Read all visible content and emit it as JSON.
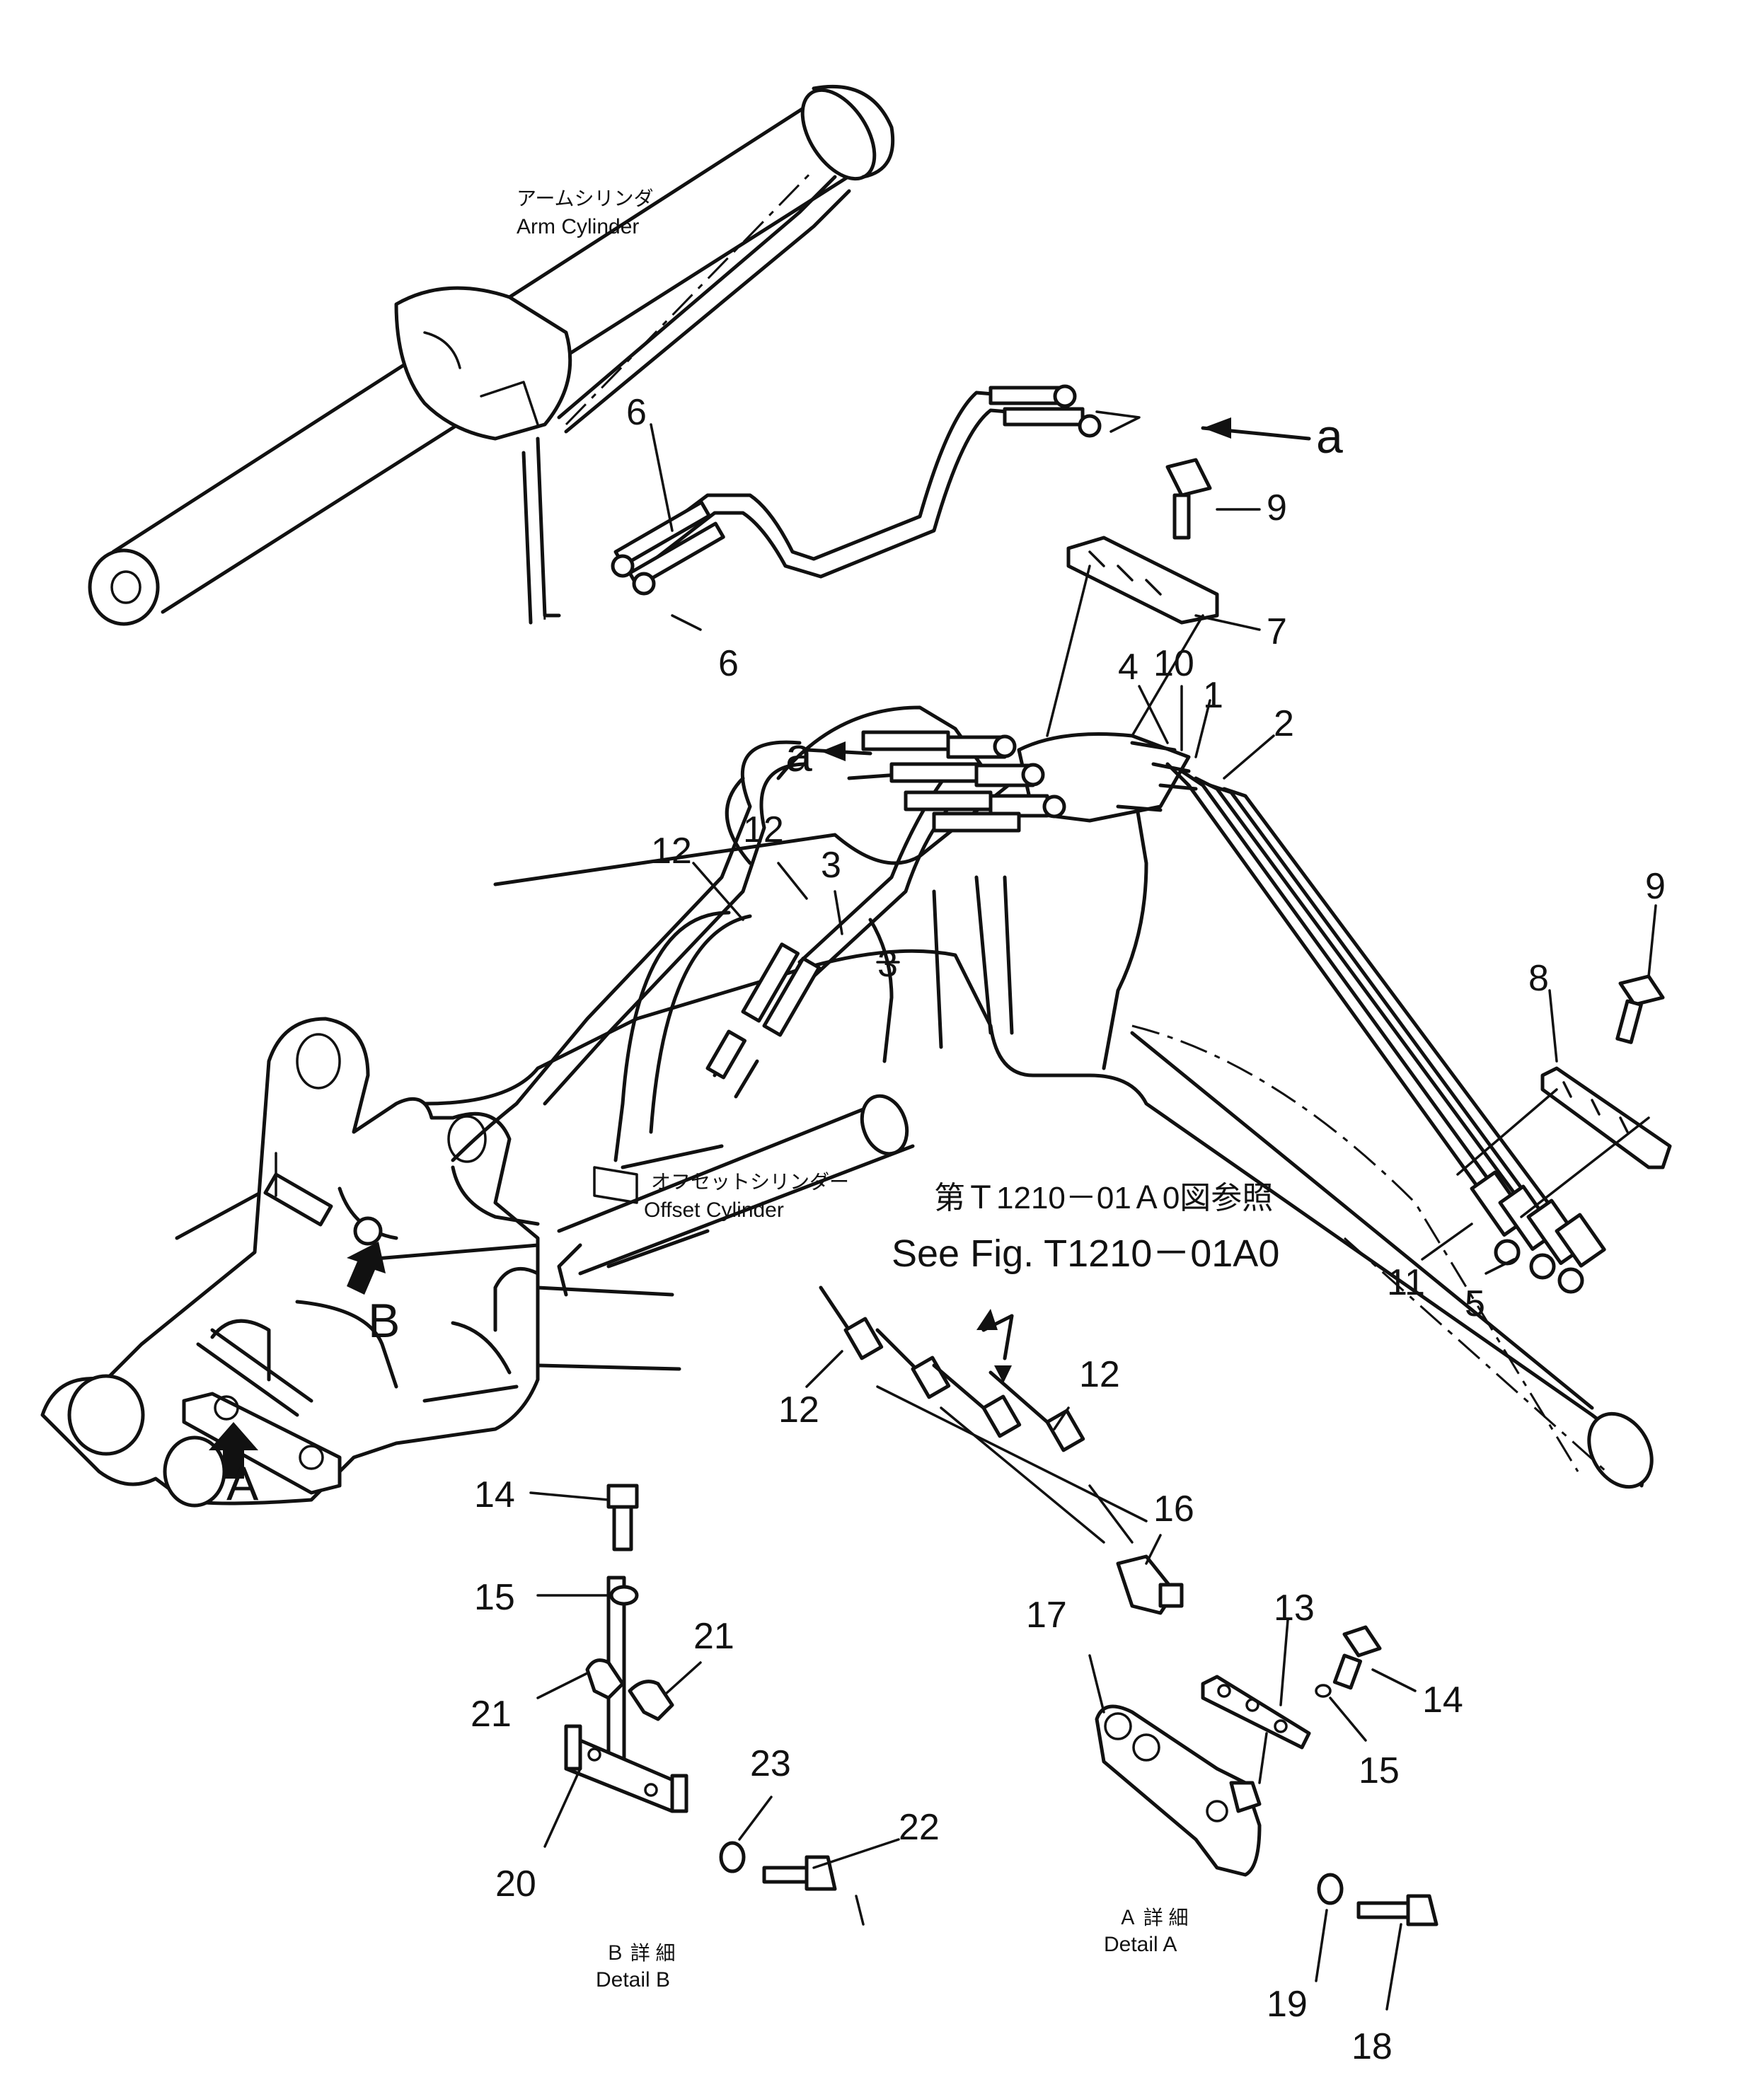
{
  "callouts": {
    "n1": "1",
    "n2": "2",
    "n3a": "3",
    "n3b": "3",
    "n4": "4",
    "n5": "5",
    "n6a": "6",
    "n6b": "6",
    "n7": "7",
    "n8": "8",
    "n9a": "9",
    "n9b": "9",
    "n10": "10",
    "n11": "11",
    "n12a": "12",
    "n12b": "12",
    "n12c": "12",
    "n12d": "12",
    "n13": "13",
    "n14a": "14",
    "n14b": "14",
    "n15a": "15",
    "n15b": "15",
    "n16": "16",
    "n17": "17",
    "n18": "18",
    "n19": "19",
    "n20": "20",
    "n21a": "21",
    "n21b": "21",
    "n22": "22",
    "n23": "23"
  },
  "labels": {
    "arm_cylinder_jp": "アームシリンダ",
    "arm_cylinder_en": "Arm Cylinder",
    "offset_cylinder_jp": "オフセットシリンダー",
    "offset_cylinder_en": "Offset Cylinder",
    "ref_jp": "第Ｔ1210－01Ａ0図参照",
    "ref_en": "See Fig. T1210－01A0",
    "detail_a_jp": "Ａ 詳 細",
    "detail_a_en": "Detail A",
    "detail_b_jp": "Ｂ 詳 細",
    "detail_b_en": "Detail B",
    "letter_a_top": "a",
    "letter_a_mid": "a",
    "view_a": "A",
    "view_b": "B"
  }
}
